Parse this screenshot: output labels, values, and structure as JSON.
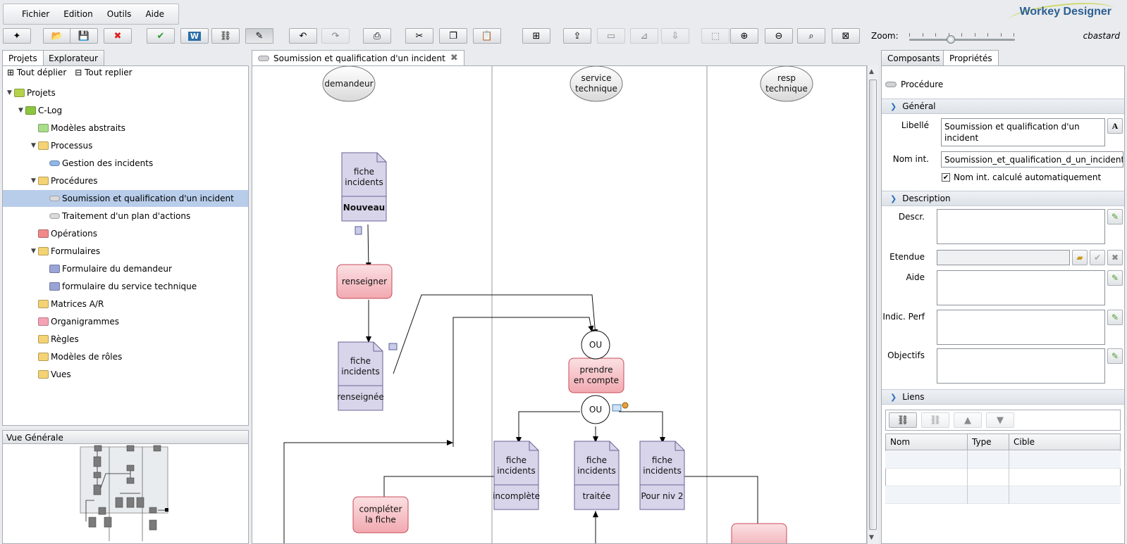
{
  "app": {
    "brand": "Workey Designer",
    "user": "cbastard",
    "menu": [
      "Fichier",
      "Edition",
      "Outils",
      "Aide"
    ],
    "zoom_label": "Zoom:"
  },
  "toolbar": {
    "buttons": [
      {
        "name": "new",
        "icon": "new-icon",
        "glyph": "✦"
      },
      {
        "name": "open",
        "icon": "open-folder-icon",
        "glyph": "📂"
      },
      {
        "name": "save",
        "icon": "save-icon",
        "glyph": "💾"
      },
      {
        "name": "delete",
        "icon": "delete-icon",
        "glyph": "✖"
      },
      {
        "name": "validate",
        "icon": "check-icon",
        "glyph": "✔"
      },
      {
        "name": "workey",
        "icon": "workey-icon",
        "glyph": "W"
      },
      {
        "name": "link",
        "icon": "link-icon",
        "glyph": "⛓"
      },
      {
        "name": "tool",
        "icon": "tool-icon",
        "glyph": "✎"
      },
      {
        "name": "undo",
        "icon": "undo-icon",
        "glyph": "↶"
      },
      {
        "name": "redo",
        "icon": "redo-icon",
        "glyph": "↷"
      },
      {
        "name": "print",
        "icon": "print-icon",
        "glyph": "⎙"
      },
      {
        "name": "cut",
        "icon": "cut-icon",
        "glyph": "✂"
      },
      {
        "name": "copy",
        "icon": "copy-icon",
        "glyph": "❐"
      },
      {
        "name": "paste",
        "icon": "paste-icon",
        "glyph": "📋"
      },
      {
        "name": "hierarchy",
        "icon": "hierarchy-icon",
        "glyph": "⊞"
      },
      {
        "name": "export",
        "icon": "export-icon",
        "glyph": "⇪"
      },
      {
        "name": "group",
        "icon": "group-icon",
        "glyph": "▭"
      },
      {
        "name": "layout",
        "icon": "layout-icon",
        "glyph": "⊿"
      },
      {
        "name": "down",
        "icon": "arrow-down-icon",
        "glyph": "⇩"
      },
      {
        "name": "select",
        "icon": "select-icon",
        "glyph": "⬚"
      },
      {
        "name": "zoom_in",
        "icon": "zoom-in-icon",
        "glyph": "⊕"
      },
      {
        "name": "zoom_out",
        "icon": "zoom-out-icon",
        "glyph": "⊖"
      },
      {
        "name": "zoom_reset",
        "icon": "zoom-icon",
        "glyph": "⌕"
      },
      {
        "name": "fit",
        "icon": "fit-icon",
        "glyph": "⊠"
      }
    ]
  },
  "left": {
    "tabs": [
      "Projets",
      "Explorateur"
    ],
    "expand_all": "Tout déplier",
    "collapse_all": "Tout replier",
    "tree": [
      {
        "label": "Projets",
        "level": 0,
        "caret": "▼",
        "color": "#b5d34a"
      },
      {
        "label": "C-Log",
        "level": 1,
        "caret": "▼",
        "color": "#8cc63f"
      },
      {
        "label": "Modèles abstraits",
        "level": 2,
        "caret": "",
        "color": "#a8dd8a"
      },
      {
        "label": "Processus",
        "level": 2,
        "caret": "▼",
        "color": "#f3d373"
      },
      {
        "label": "Gestion des incidents",
        "level": 3,
        "caret": "",
        "color": "#8fb7e8"
      },
      {
        "label": "Procédures",
        "level": 2,
        "caret": "▼",
        "color": "#f3d373"
      },
      {
        "label": "Soumission et qualification d'un incident",
        "level": 3,
        "caret": "",
        "color": "#d9dadc",
        "selected": true
      },
      {
        "label": "Traitement d'un plan d'actions",
        "level": 3,
        "caret": "",
        "color": "#d9dadc"
      },
      {
        "label": "Opérations",
        "level": 2,
        "caret": "",
        "color": "#f08a8a"
      },
      {
        "label": "Formulaires",
        "level": 2,
        "caret": "▼",
        "color": "#f3d373"
      },
      {
        "label": "Formulaire du demandeur",
        "level": 3,
        "caret": "",
        "color": "#9aa4d6"
      },
      {
        "label": "formulaire du service technique",
        "level": 3,
        "caret": "",
        "color": "#9aa4d6"
      },
      {
        "label": "Matrices A/R",
        "level": 2,
        "caret": "",
        "color": "#f3d373"
      },
      {
        "label": "Organigrammes",
        "level": 2,
        "caret": "",
        "color": "#f5a3b4"
      },
      {
        "label": "Règles",
        "level": 2,
        "caret": "",
        "color": "#f3d373"
      },
      {
        "label": "Modèles de rôles",
        "level": 2,
        "caret": "",
        "color": "#f3d373"
      },
      {
        "label": "Vues",
        "level": 2,
        "caret": "",
        "color": "#f3d373"
      }
    ],
    "overview_title": "Vue Générale"
  },
  "diagram": {
    "tab_title": "Soumission et qualification d'un incident",
    "lanes": [
      {
        "role": [
          "demandeur"
        ]
      },
      {
        "role": [
          "service",
          "technique"
        ]
      },
      {
        "role": [
          "resp",
          "technique"
        ]
      }
    ],
    "documents": [
      {
        "id": "d1",
        "lines": [
          "fiche",
          "incidents"
        ],
        "state": "Nouveau",
        "bold": true
      },
      {
        "id": "d2",
        "lines": [
          "fiche",
          "incidents"
        ],
        "state": "renseignée"
      },
      {
        "id": "d3",
        "lines": [
          "fiche",
          "incidents"
        ],
        "state": "incomplète"
      },
      {
        "id": "d4",
        "lines": [
          "fiche",
          "incidents"
        ],
        "state": "traitée"
      },
      {
        "id": "d5",
        "lines": [
          "fiche",
          "incidents"
        ],
        "state": "Pour niv 2"
      }
    ],
    "tasks": [
      {
        "id": "t1",
        "lines": [
          "renseigner"
        ]
      },
      {
        "id": "t2",
        "lines": [
          "prendre",
          "en compte"
        ]
      },
      {
        "id": "t3",
        "lines": [
          "compléter",
          "la fiche"
        ]
      },
      {
        "id": "t4",
        "lines": []
      }
    ],
    "gateways": [
      {
        "id": "g1",
        "label": "OU"
      },
      {
        "id": "g2",
        "label": "OU"
      }
    ],
    "colors": {
      "task": "#f1a9b0",
      "task_border": "#c94b59",
      "doc": "#d8d4ea",
      "doc_border": "#6a6494",
      "lane": "#9a9a9a"
    }
  },
  "right": {
    "tabs": [
      "Composants",
      "Propriétés"
    ],
    "object_type": "Procédure",
    "sections": {
      "general": "Général",
      "description": "Description",
      "links": "Liens"
    },
    "fields": {
      "libelle_label": "Libellé",
      "libelle_value": "Soumission et qualification d'un incident",
      "nom_label": "Nom int.",
      "nom_value": "Soumission_et_qualification_d_un_incident",
      "auto_label": "Nom int. calculé automatiquement",
      "auto_checked": true,
      "descr_label": "Descr.",
      "etendue_label": "Etendue",
      "aide_label": "Aide",
      "indic_label": "Indic. Perf",
      "objectifs_label": "Objectifs"
    },
    "links_grid": {
      "columns": [
        "Nom",
        "Type",
        "Cible"
      ],
      "rows": []
    }
  }
}
